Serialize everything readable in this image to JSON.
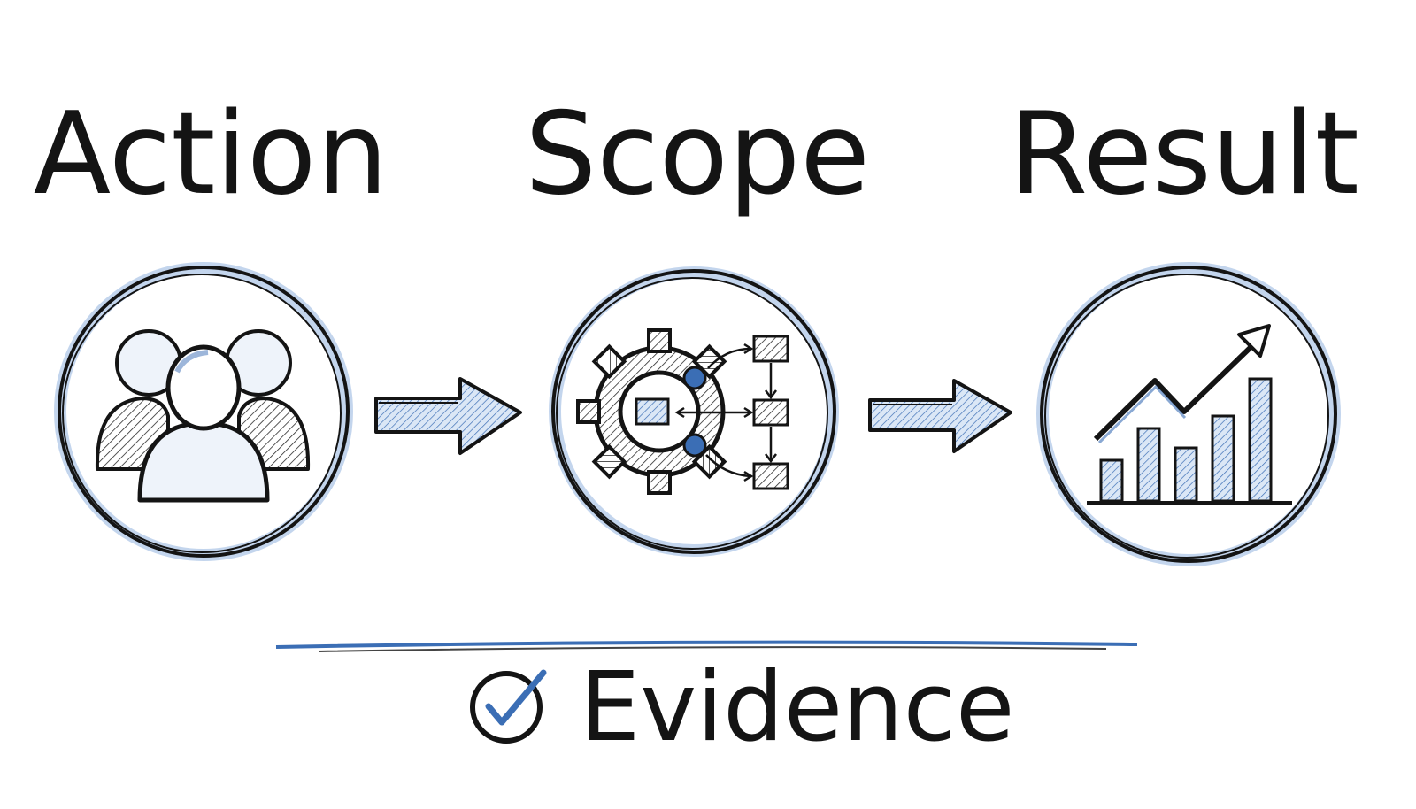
{
  "diagram": {
    "steps": [
      {
        "label": "Action",
        "icon": "people-group-icon"
      },
      {
        "label": "Scope",
        "icon": "gear-process-icon"
      },
      {
        "label": "Result",
        "icon": "growth-chart-icon"
      }
    ],
    "footer": {
      "label": "Evidence",
      "icon": "check-circle-icon"
    },
    "colors": {
      "ink": "#141414",
      "accent": "#3b6eb5",
      "accent_light": "#a9c3e6",
      "background": "#ffffff"
    }
  }
}
